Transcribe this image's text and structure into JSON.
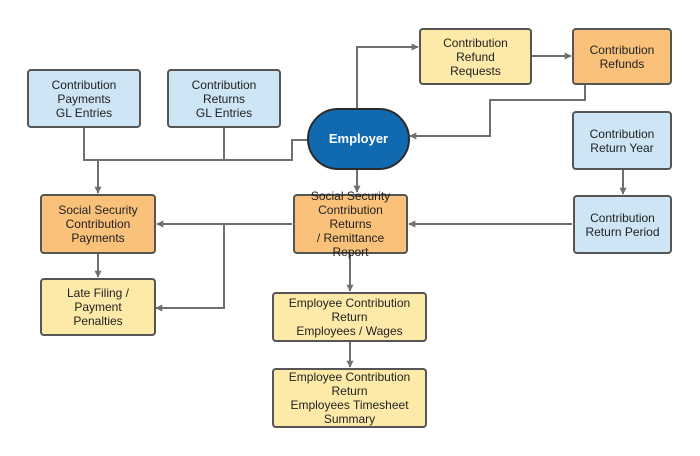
{
  "colors": {
    "blue_fill": "#cde5f5",
    "yellow_fill": "#fdeaa8",
    "orange_fill": "#f9c17a",
    "employer_fill": "#1169b0",
    "connector": "#6f6f6f"
  },
  "nodes": {
    "payments_gl": "Contribution\nPayments\nGL Entries",
    "returns_gl": "Contribution Returns\nGL Entries",
    "refund_requests": "Contribution Refund\nRequests",
    "refunds": "Contribution\nRefunds",
    "employer": "Employer",
    "return_year": "Contribution\nReturn Year",
    "ss_payments": "Social Security\nContribution\nPayments",
    "ss_returns": "Social Security\nContribution Returns\n/ Remittance Report",
    "return_period": "Contribution\nReturn Period",
    "penalties": "Late Filing / Payment\nPenalties",
    "emp_wages": "Employee Contribution Return\nEmployees / Wages",
    "emp_timesheet": "Employee Contribution Return\nEmployees Timesheet\nSummary"
  }
}
